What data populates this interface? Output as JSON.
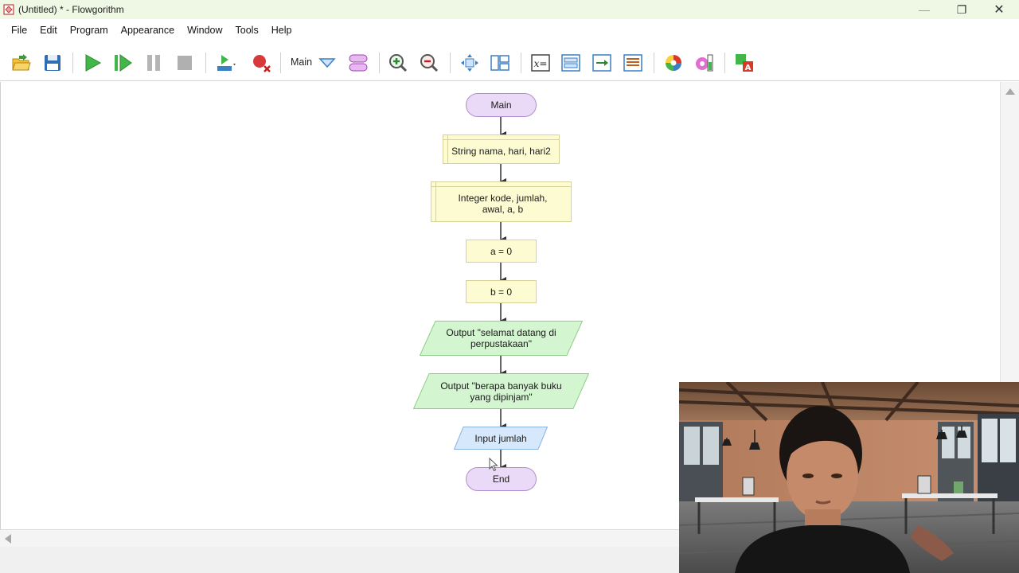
{
  "window": {
    "title": "(Untitled) * - Flowgorithm",
    "controls": [
      "—",
      "❐",
      "✕"
    ]
  },
  "menu": [
    "File",
    "Edit",
    "Program",
    "Appearance",
    "Window",
    "Tools",
    "Help"
  ],
  "toolbar": {
    "function_selector": "Main",
    "icons": [
      "open-icon",
      "save-icon",
      "run-icon",
      "step-icon",
      "pause-icon",
      "stop-icon",
      "speed-icon",
      "breakpoint-icon",
      "function-dropdown-icon",
      "function-manager-icon",
      "zoom-in-icon",
      "zoom-out-icon",
      "fit-icon",
      "layout-icon",
      "variable-watch-icon",
      "console-icon",
      "output-icon",
      "source-code-icon",
      "chart-style-icon",
      "color-icon",
      "translate-icon"
    ]
  },
  "flowchart": {
    "start": "Main",
    "declare_1": "String nama, hari, hari2",
    "declare_2": "Integer kode, jumlah, awal, a, b",
    "assign_1": "a = 0",
    "assign_2": "b = 0",
    "output_1": "Output \"selamat datang di perpustakaan\"",
    "output_2": "Output \"berapa banyak buku yang dipinjam\"",
    "input_1": "Input jumlah",
    "end": "End"
  },
  "colors": {
    "terminal_fill": "#ead9f7",
    "process_fill": "#fdfbd2",
    "output_fill": "#d3f5d0",
    "input_fill": "#d6e8fb",
    "titlebar_bg": "#eef8e4"
  }
}
